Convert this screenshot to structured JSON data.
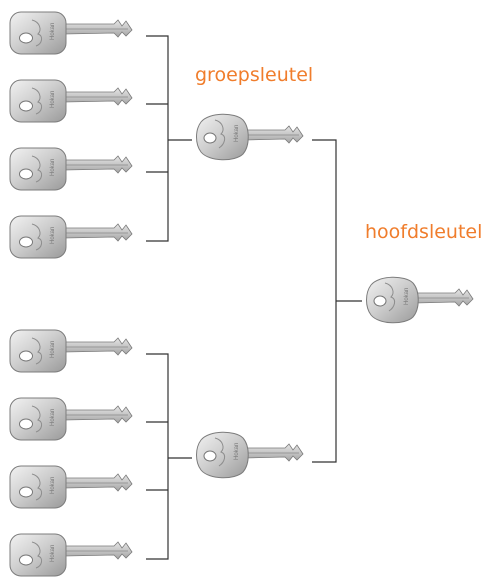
{
  "labels": {
    "group_key": "groepsleutel",
    "master_key": "hoofdsleutel"
  },
  "key_brand": "Hokan",
  "colors": {
    "label": "#f07d2c",
    "line": "#333333",
    "key_metal": "#c8c8c8"
  },
  "hierarchy": {
    "master_key": {
      "icon": "key-icon",
      "group_keys": [
        {
          "icon": "key-icon",
          "user_key_count": 4
        },
        {
          "icon": "key-icon",
          "user_key_count": 4
        }
      ]
    }
  }
}
